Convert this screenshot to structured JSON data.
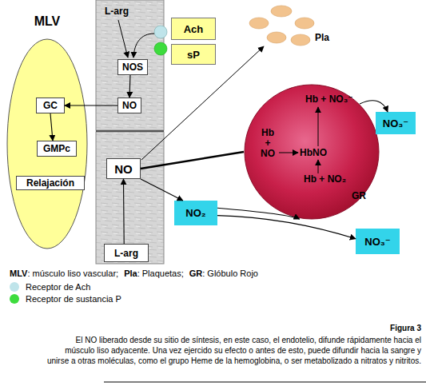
{
  "diagram": {
    "title": "Figura 3",
    "caption": "El NO liberado desde su sitio de síntesis, en este caso, el endotelio, difunde rápidamente hacia el músculo liso adyacente. Una vez ejercido su efecto o antes de esto, puede difundir hacia la sangre y unirse a otras moléculas, como el grupo Heme de la hemoglobina, o ser metabolizado a nitratos y nitritos.",
    "nodes": [
      {
        "text": [
          "MLV"
        ]
      },
      {
        "text": [
          "GC"
        ],
        "in": 0
      },
      {
        "text": [
          "GMPc"
        ],
        "in": 0
      },
      {
        "text": [
          "Relajación"
        ],
        "in": 0
      },
      {
        "text": [
          "Ach"
        ]
      },
      {
        "text": [
          "sP"
        ]
      },
      {
        "text": [
          "NOS"
        ]
      },
      {
        "text": [
          "NO"
        ]
      },
      {
        "text": [
          "NO"
        ]
      },
      {
        "text": [
          "L-arg"
        ]
      },
      {
        "text": [
          "Hb + NO₃⁻",
          "Hb + NO",
          "HbNO",
          "Hb + NO₂",
          "GR"
        ]
      },
      {
        "text": [
          "NO₃⁻"
        ]
      },
      {
        "text": [
          "NO₂"
        ]
      },
      {
        "text": [
          "NO₃⁻"
        ]
      }
    ],
    "edges": [
      {
        "from": 6,
        "to": 7,
        "arrow": "to"
      },
      {
        "from": 7,
        "to": 1,
        "arrow": "to"
      },
      {
        "from": 1,
        "to": 2,
        "arrow": "to"
      },
      {
        "from": 9,
        "to": 8,
        "arrow": "to"
      },
      {
        "from": 8,
        "to": 10,
        "arrow": "none"
      },
      {
        "from": 8,
        "to": 12,
        "arrow": "to"
      },
      {
        "from": 12,
        "to": 10,
        "arrow": "to"
      },
      {
        "from": 12,
        "to": 13,
        "arrow": "to"
      },
      {
        "from": 10,
        "to": 11,
        "arrow": "to"
      }
    ],
    "labels": [
      "L-arg",
      "Pla",
      "MLV",
      ": músculo liso vascular;",
      "Pla",
      ": Plaquetas;",
      "GR",
      ": Glóbulo Rojo"
    ],
    "legend": [
      {
        "text": "Receptor de Ach",
        "color": "#bfe4ea"
      },
      {
        "text": "Receptor de sustancia P",
        "color": "#3ddc3d"
      }
    ]
  }
}
